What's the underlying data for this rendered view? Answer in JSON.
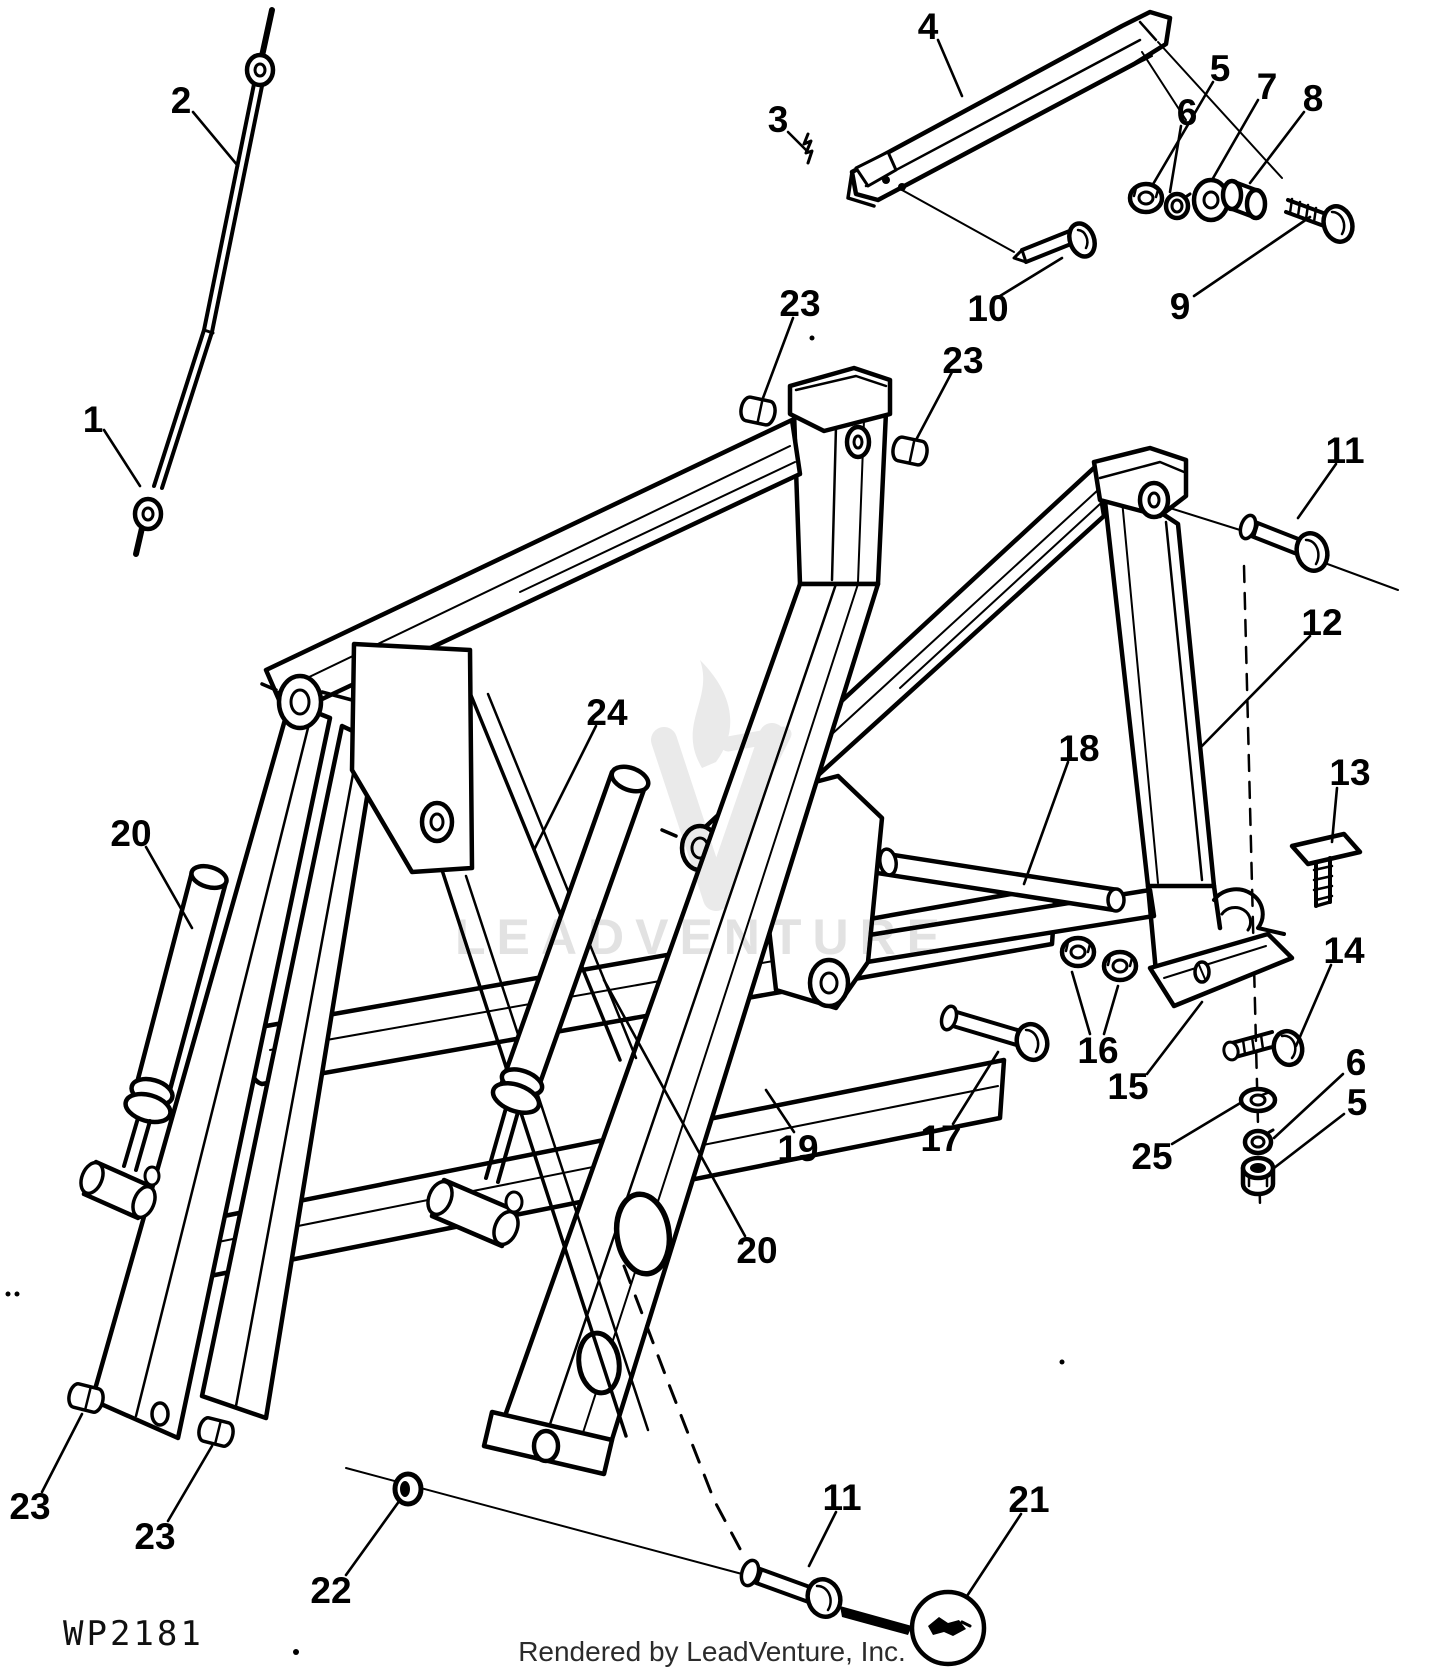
{
  "diagram": {
    "watermark": {
      "text": "LEADVENTURE",
      "color": "#e2e2e2",
      "logo": "leadventure-flame-logo"
    },
    "footer": {
      "part_code": "WP2181",
      "credit": "Rendered by LeadVenture, Inc."
    },
    "callouts": [
      {
        "label": "2"
      },
      {
        "label": "1"
      },
      {
        "label": "4"
      },
      {
        "label": "3"
      },
      {
        "label": "5"
      },
      {
        "label": "6"
      },
      {
        "label": "7"
      },
      {
        "label": "8"
      },
      {
        "label": "10"
      },
      {
        "label": "9"
      },
      {
        "label": "23"
      },
      {
        "label": "23"
      },
      {
        "label": "11"
      },
      {
        "label": "12"
      },
      {
        "label": "13"
      },
      {
        "label": "24"
      },
      {
        "label": "18"
      },
      {
        "label": "20"
      },
      {
        "label": "14"
      },
      {
        "label": "16"
      },
      {
        "label": "15"
      },
      {
        "label": "17"
      },
      {
        "label": "19"
      },
      {
        "label": "6"
      },
      {
        "label": "25"
      },
      {
        "label": "5"
      },
      {
        "label": "20"
      },
      {
        "label": "23"
      },
      {
        "label": "23"
      },
      {
        "label": "22"
      },
      {
        "label": "11"
      },
      {
        "label": "21"
      }
    ]
  }
}
